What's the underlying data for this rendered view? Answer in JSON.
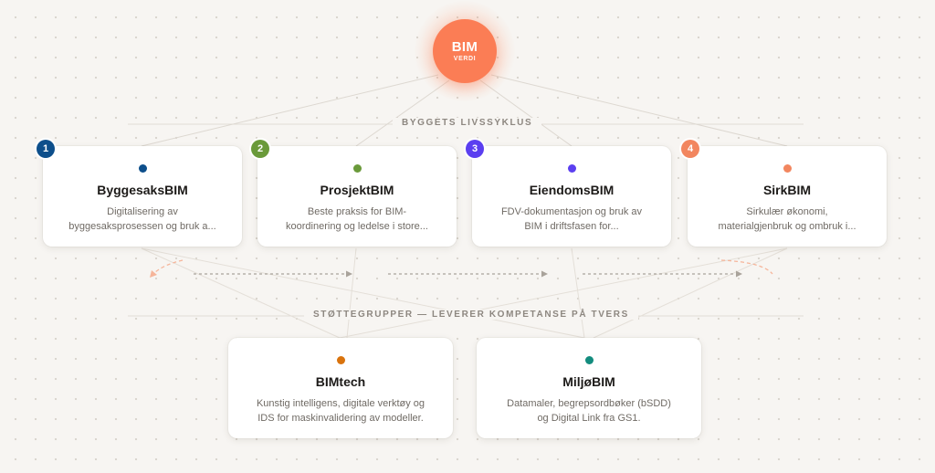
{
  "hub": {
    "title": "BIM",
    "subtitle": "VERDI",
    "color": "#fb7d55"
  },
  "lifecycle": {
    "label": "BYGGETS LIVSSYKLUS",
    "phases": [
      {
        "number": "1",
        "title": "ByggesaksBIM",
        "description": "Digitalisering av\nbyggesaksprosessen og bruk a...",
        "color": "#0d4f8b"
      },
      {
        "number": "2",
        "title": "ProsjektBIM",
        "description": "Beste praksis for BIM-\nkoordinering og ledelse i store...",
        "color": "#6a9a3a"
      },
      {
        "number": "3",
        "title": "EiendomsBIM",
        "description": "FDV-dokumentasjon og bruk av\nBIM i driftsfasen for...",
        "color": "#5b3ff0"
      },
      {
        "number": "4",
        "title": "SirkBIM",
        "description": "Sirkulær økonomi,\nmaterialgjenbruk og ombruk i...",
        "color": "#f2865f"
      }
    ]
  },
  "support": {
    "label": "STØTTEGRUPPER — LEVERER KOMPETANSE PÅ TVERS",
    "groups": [
      {
        "title": "BIMtech",
        "description": "Kunstig intelligens, digitale verktøy og\nIDS for maskinvalidering av modeller.",
        "color": "#d9730d"
      },
      {
        "title": "MiljøBIM",
        "description": "Datamaler, begrepsordbøker (bSDD)\nog Digital Link fra GS1.",
        "color": "#138c7e"
      }
    ]
  }
}
